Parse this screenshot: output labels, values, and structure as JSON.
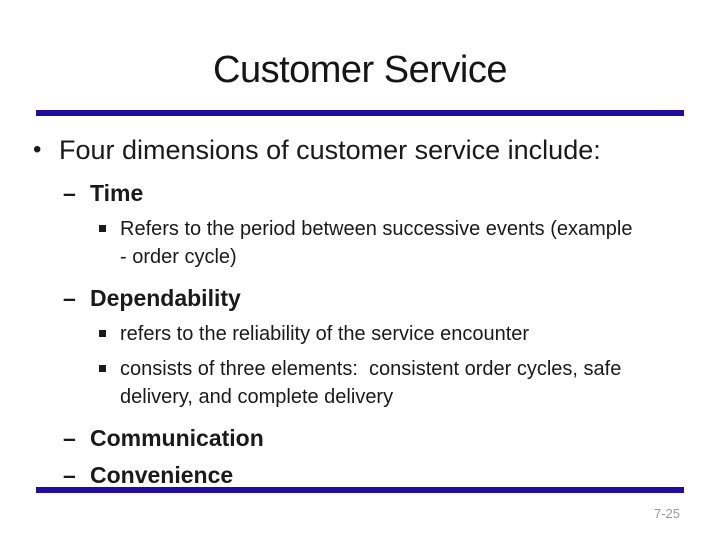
{
  "slide": {
    "title": "Customer Service",
    "accent_color": "#1f0da1",
    "page_number": "7-25",
    "markers": {
      "dot": "•",
      "dash": "–",
      "square": "▪"
    },
    "bullets": [
      {
        "level": 1,
        "marker": "dot",
        "lines": [
          "Four dimensions of customer service include:"
        ]
      },
      {
        "level": 2,
        "marker": "dash",
        "lines": [
          "Time"
        ]
      },
      {
        "level": 3,
        "marker": "square",
        "lines": [
          "Refers to the period between successive events (example",
          "- order cycle)"
        ]
      },
      {
        "level": 2,
        "marker": "dash",
        "lines": [
          "Dependability"
        ]
      },
      {
        "level": 3,
        "marker": "square",
        "lines": [
          "refers to the reliability of the service encounter"
        ]
      },
      {
        "level": 3,
        "marker": "square",
        "lines": [
          "consists of three elements:  consistent order cycles, safe",
          "delivery, and complete delivery"
        ]
      },
      {
        "level": 2,
        "marker": "dash",
        "lines": [
          "Communication"
        ]
      },
      {
        "level": 2,
        "marker": "dash",
        "lines": [
          "Convenience"
        ]
      }
    ]
  }
}
